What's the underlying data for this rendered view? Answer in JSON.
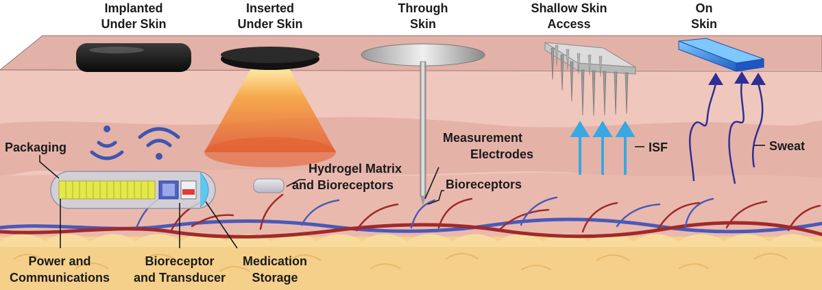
{
  "headers": {
    "implanted": [
      "Implanted",
      "Under Skin"
    ],
    "inserted": [
      "Inserted",
      "Under Skin"
    ],
    "through": [
      "Through",
      "Skin"
    ],
    "shallow": [
      "Shallow Skin",
      "Access"
    ],
    "on": [
      "On",
      "Skin"
    ]
  },
  "labels": {
    "packaging": "Packaging",
    "power": [
      "Power and",
      "Communications"
    ],
    "bioreceptor_transducer": [
      "Bioreceptor",
      "and Transducer"
    ],
    "medication": [
      "Medication",
      "Storage"
    ],
    "hydrogel": [
      "Hydrogel Matrix",
      "and Bioreceptors"
    ],
    "measurement": [
      "Measurement",
      "Electrodes"
    ],
    "bioreceptors": "Bioreceptors",
    "isf": "ISF",
    "sweat": "Sweat"
  },
  "colors": {
    "skin_top": "#e2b1a8",
    "skin_front": "#efc7bd",
    "dermis_band": "#e0a89f",
    "fat": "#f5d08a",
    "vein": "#4a5ab8",
    "artery": "#a02a2a",
    "wifi": "#3d56b0",
    "isf_arrow": "#38a8e2",
    "sweat_line": "#2f2e94",
    "patch": "#2a6fd6"
  }
}
